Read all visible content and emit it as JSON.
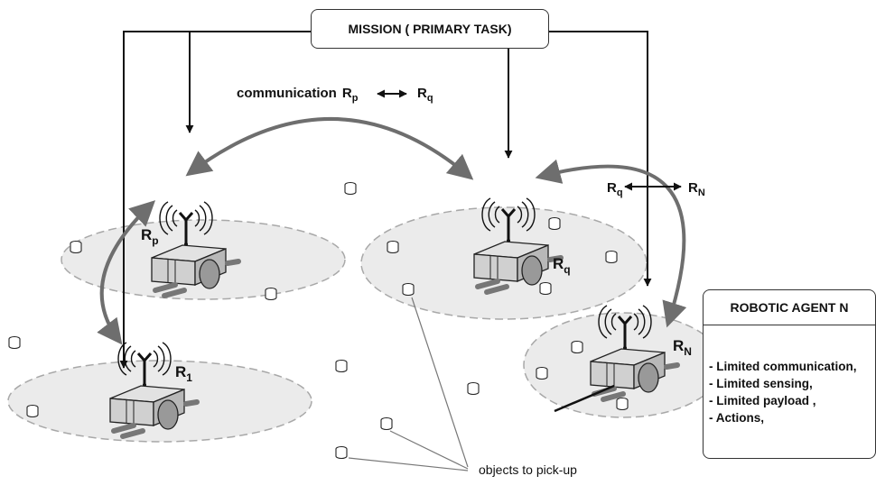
{
  "mission": {
    "label": "MISSION ( PRIMARY TASK)"
  },
  "communication": {
    "label": "communication",
    "pq": {
      "left": "R",
      "left_sub": "p",
      "right": "R",
      "right_sub": "q"
    },
    "qn": {
      "left": "R",
      "left_sub": "q",
      "right": "R",
      "right_sub": "N"
    }
  },
  "robots": {
    "p": {
      "name": "R",
      "sub": "p"
    },
    "one": {
      "name": "R",
      "sub": "1"
    },
    "q": {
      "name": "R",
      "sub": "q"
    },
    "n": {
      "name": "R",
      "sub": "N"
    }
  },
  "agent_box": {
    "title": "ROBOTIC AGENT N",
    "items": [
      "- Limited communication,",
      "- Limited sensing,",
      "- Limited payload ,",
      "- Actions,"
    ]
  },
  "objects_label": "objects to pick-up",
  "colors": {
    "zone_fill": "#ebebeb",
    "zone_stroke": "#a8a8a8",
    "arrow_gray": "#6e6e6e",
    "line": "#111111"
  }
}
